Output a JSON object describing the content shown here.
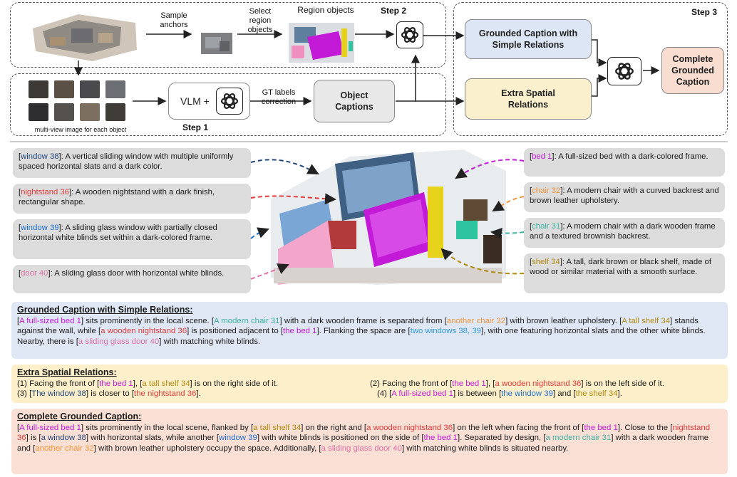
{
  "pipeline": {
    "labels": {
      "sample_anchors": "Sample anchors",
      "select_region_objects": "Select region objects",
      "region_objects": "Region objects",
      "gt_labels_correction": "GT labels correction",
      "multi_view": "multi-view image for each object"
    },
    "steps": {
      "step1": "Step 1",
      "step2": "Step 2",
      "step3": "Step 3"
    },
    "nodes": {
      "vlm": "VLM +",
      "object_captions": "Object Captions",
      "grounded_caption": "Grounded Caption with Simple Relations",
      "extra_spatial": "Extra Spatial Relations",
      "complete": "Complete Grounded Caption"
    },
    "icon": "openai-logo-icon"
  },
  "object_captions": [
    {
      "tag": "window 38",
      "text": ": A vertical sliding window with multiple uniformly spaced horizontal slats and a dark color.",
      "color": "#23467a"
    },
    {
      "tag": "nightstand 36",
      "text": ": A wooden nightstand with a dark finish, rectangular shape.",
      "color": "#e03a3a"
    },
    {
      "tag": "window 39",
      "text": ": A sliding glass window with partially closed horizontal white blinds set within a dark-colored frame.",
      "color": "#1f6fd1"
    },
    {
      "tag": "door 40",
      "text": ": A sliding glass door with horizontal white blinds.",
      "color": "#e070a8"
    },
    {
      "tag": "bed 1",
      "text": ": A full-sized bed with a dark-colored frame.",
      "color": "#c21ad6"
    },
    {
      "tag": "chair 32",
      "text": ": A modern chair with a curved backrest and brown leather upholstery.",
      "color": "#f0963a"
    },
    {
      "tag": "chair 31",
      "text": ": A modern chair with a dark wooden frame and a textured brownish backrest.",
      "color": "#3bb3a0"
    },
    {
      "tag": "shelf 34",
      "text": ": A tall, dark brown or black shelf, made of wood or similar material with a smooth surface.",
      "color": "#b38a10"
    }
  ],
  "panels": {
    "grounded": {
      "title": "Grounded Caption with Simple Relations:",
      "parts": [
        {
          "t": "[",
          "c": ""
        },
        {
          "t": "A full-sized bed 1",
          "c": "c-mag"
        },
        {
          "t": "] sits prominently in the local scene. [",
          "c": ""
        },
        {
          "t": "A modern chair 31",
          "c": "c-teal"
        },
        {
          "t": "] with a dark wooden frame is separated from [",
          "c": ""
        },
        {
          "t": "another chair 32",
          "c": "c-orange"
        },
        {
          "t": "] with brown leather upholstery. [",
          "c": ""
        },
        {
          "t": "A tall shelf 34",
          "c": "c-olive"
        },
        {
          "t": "] stands against the wall, while [",
          "c": ""
        },
        {
          "t": "a wooden nightstand 36",
          "c": "c-red"
        },
        {
          "t": "] is positioned adjacent to [",
          "c": ""
        },
        {
          "t": "the bed 1",
          "c": "c-mag"
        },
        {
          "t": "]. Flanking the space are [",
          "c": ""
        },
        {
          "t": "two windows 38, 39",
          "c": "c-sky"
        },
        {
          "t": "], with one featuring horizontal slats and the other white blinds. Nearby, there is [",
          "c": ""
        },
        {
          "t": "a sliding glass door 40",
          "c": "c-pink"
        },
        {
          "t": "] with matching white blinds.",
          "c": ""
        }
      ]
    },
    "extra": {
      "title": "Extra Spatial Relations:",
      "line1_left": [
        {
          "t": "(1) Facing the front of [",
          "c": ""
        },
        {
          "t": "the bed 1",
          "c": "c-mag"
        },
        {
          "t": "], [",
          "c": ""
        },
        {
          "t": "a tall shelf 34",
          "c": "c-olive"
        },
        {
          "t": "] is on the right side of it.",
          "c": ""
        }
      ],
      "line1_right": [
        {
          "t": "(2) Facing the front of [",
          "c": ""
        },
        {
          "t": "the bed 1",
          "c": "c-mag"
        },
        {
          "t": "], [",
          "c": ""
        },
        {
          "t": "a wooden nightstand 36",
          "c": "c-red"
        },
        {
          "t": "] is on the left side of it.",
          "c": ""
        }
      ],
      "line2_left": [
        {
          "t": "(3) [",
          "c": ""
        },
        {
          "t": "The window 38",
          "c": "c-navy"
        },
        {
          "t": "] is closer to [",
          "c": ""
        },
        {
          "t": "the nightstand 36",
          "c": "c-red"
        },
        {
          "t": "].",
          "c": ""
        }
      ],
      "line2_right": [
        {
          "t": "(4) [",
          "c": ""
        },
        {
          "t": "A full-sized bed 1",
          "c": "c-mag"
        },
        {
          "t": "] is between [",
          "c": ""
        },
        {
          "t": "the window 39",
          "c": "c-blue"
        },
        {
          "t": "] and [",
          "c": ""
        },
        {
          "t": "the shelf 34",
          "c": "c-olive"
        },
        {
          "t": "].",
          "c": ""
        }
      ]
    },
    "complete": {
      "title": "Complete Grounded Caption:",
      "parts": [
        {
          "t": "[",
          "c": ""
        },
        {
          "t": "A full-sized bed 1",
          "c": "c-mag"
        },
        {
          "t": "] sits prominently in the local scene, flanked by [",
          "c": ""
        },
        {
          "t": "a tall shelf 34",
          "c": "c-olive"
        },
        {
          "t": "] on the right and [",
          "c": ""
        },
        {
          "t": "a wooden nightstand 36",
          "c": "c-red"
        },
        {
          "t": "] on the left when facing the front of [",
          "c": ""
        },
        {
          "t": "the bed 1",
          "c": "c-mag"
        },
        {
          "t": "]. Close to the [",
          "c": ""
        },
        {
          "t": "nightstand 36",
          "c": "c-red"
        },
        {
          "t": "] is [",
          "c": ""
        },
        {
          "t": "a window 38",
          "c": "c-navy"
        },
        {
          "t": "] with horizontal slats, while another [",
          "c": ""
        },
        {
          "t": "window 39",
          "c": "c-blue"
        },
        {
          "t": "] with white blinds is positioned on the side of [",
          "c": ""
        },
        {
          "t": "the bed 1",
          "c": "c-mag"
        },
        {
          "t": "]. Separated by design, [",
          "c": ""
        },
        {
          "t": "a modern chair 31",
          "c": "c-teal"
        },
        {
          "t": "] with a dark wooden frame and [",
          "c": ""
        },
        {
          "t": "another chair 32",
          "c": "c-orange"
        },
        {
          "t": "] with brown leather upholstery occupy the space. Additionally, [",
          "c": ""
        },
        {
          "t": "a sliding glass door 40",
          "c": "c-pink"
        },
        {
          "t": "] with matching white blinds is situated nearby.",
          "c": ""
        }
      ]
    }
  }
}
